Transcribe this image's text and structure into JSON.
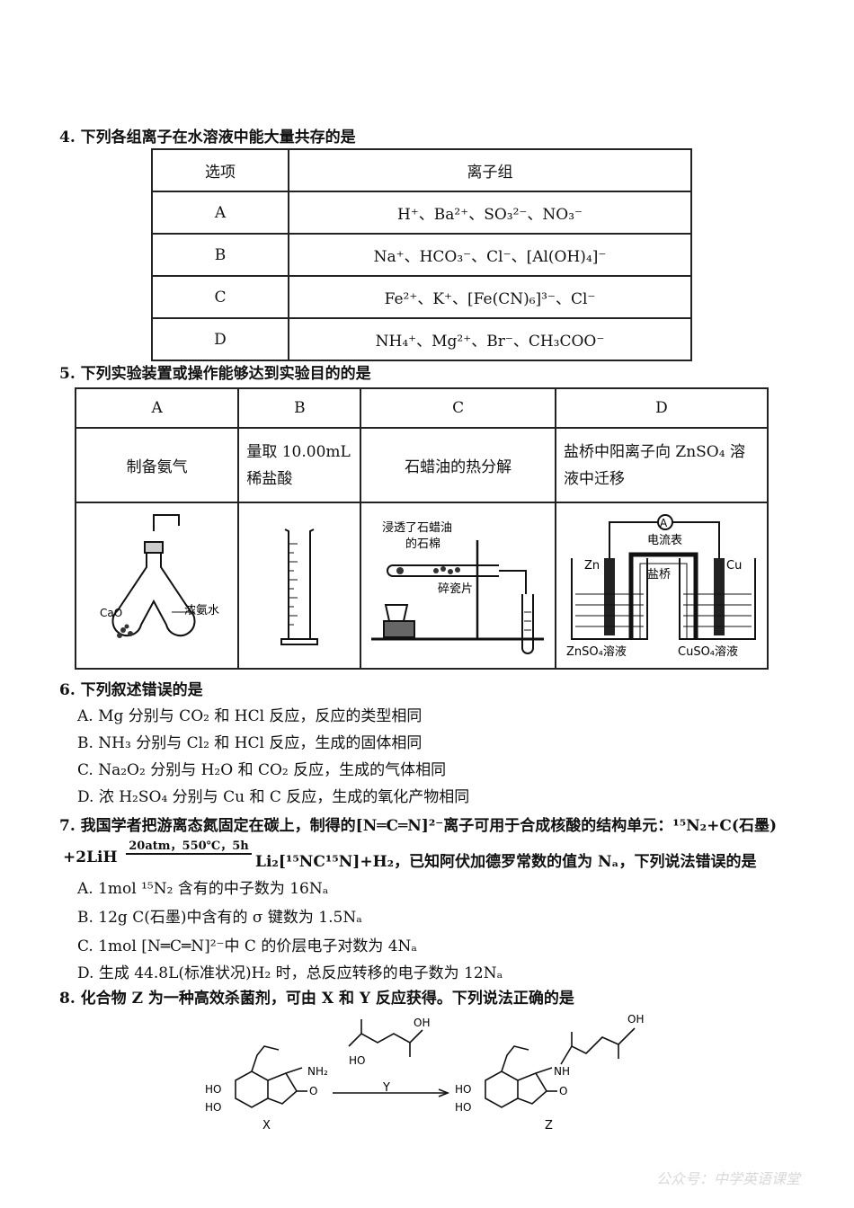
{
  "q4": {
    "stem": "4. 下列各组离子在水溶液中能大量共存的是",
    "header": [
      "选项",
      "离子组"
    ],
    "rows": [
      {
        "opt": "A",
        "ions": "H⁺、Ba²⁺、SO₃²⁻、NO₃⁻"
      },
      {
        "opt": "B",
        "ions": "Na⁺、HCO₃⁻、Cl⁻、[Al(OH)₄]⁻"
      },
      {
        "opt": "C",
        "ions": "Fe²⁺、K⁺、[Fe(CN)₆]³⁻、Cl⁻"
      },
      {
        "opt": "D",
        "ions": "NH₄⁺、Mg²⁺、Br⁻、CH₃COO⁻"
      }
    ]
  },
  "q5": {
    "stem": "5. 下列实验装置或操作能够达到实验目的的是",
    "cols": [
      "A",
      "B",
      "C",
      "D"
    ],
    "purposes": [
      "制备氨气",
      "量取 10.00mL 稀盐酸",
      "石蜡油的热分解",
      "盐桥中阳离子向 ZnSO₄ 溶液中迁移"
    ],
    "labels": {
      "a_cao": "CaO",
      "a_ammonia": "浓氨水",
      "c_asbestos1": "浸透了石蜡油",
      "c_asbestos2": "的石棉",
      "c_porcelain": "碎瓷片",
      "d_ammeter": "电流表",
      "d_meter_symbol": "A",
      "d_zn": "Zn",
      "d_cu": "Cu",
      "d_bridge": "盐桥",
      "d_znso4": "ZnSO₄溶液",
      "d_cuso4": "CuSO₄溶液"
    }
  },
  "q6": {
    "stem": "6. 下列叙述错误的是",
    "options": [
      "A. Mg 分别与 CO₂ 和 HCl 反应，反应的类型相同",
      "B. NH₃ 分别与 Cl₂ 和 HCl 反应，生成的固体相同",
      "C. Na₂O₂ 分别与 H₂O 和 CO₂ 反应，生成的气体相同",
      "D. 浓 H₂SO₄ 分别与 Cu 和 C 反应，生成的氧化产物相同"
    ]
  },
  "q7": {
    "stem_line1": "7. 我国学者把游离态氮固定在碳上，制得的[N═C═N]²⁻离子可用于合成核酸的结构单元：¹⁵N₂+C(石墨)",
    "stem_line2_pre": "+2LiH",
    "conditions": "20atm，550℃，5h",
    "stem_line2_post": "Li₂[¹⁵NC¹⁵N]+H₂，已知阿伏加德罗常数的值为 Nₐ，下列说法错误的是",
    "options": [
      "A.  1mol ¹⁵N₂ 含有的中子数为 16Nₐ",
      "B.  12g C(石墨)中含有的 σ 键数为 1.5Nₐ",
      "C.  1mol [N═C═N]²⁻中 C 的价层电子对数为 4Nₐ",
      "D.  生成 44.8L(标准状况)H₂ 时，总反应转移的电子数为 12Nₐ"
    ]
  },
  "q8": {
    "stem": "8. 化合物 Z 为一种高效杀菌剂，可由 X 和 Y 反应获得。下列说法正确的是",
    "labels": {
      "x": "X",
      "y": "Y",
      "z": "Z",
      "oh": "OH",
      "ho": "HO",
      "nh2": "NH₂",
      "nh": "NH",
      "o": "O"
    }
  },
  "watermark": "公众号：中学英语课堂"
}
